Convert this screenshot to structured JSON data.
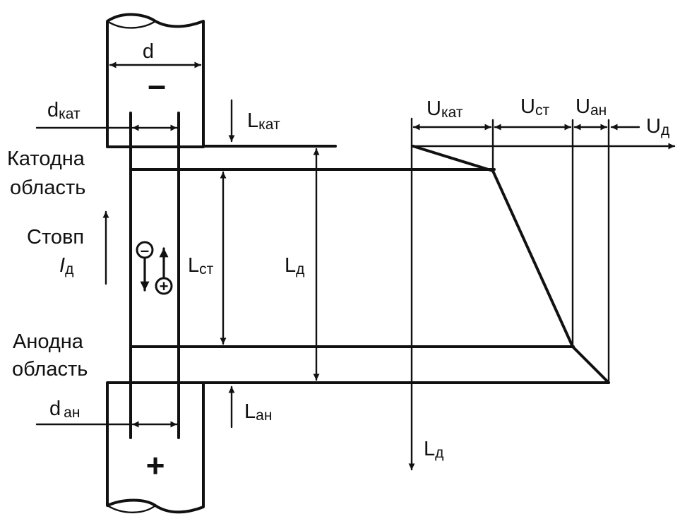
{
  "labels": {
    "d": "d",
    "d_kat_main": "d",
    "d_kat_sub": "кат",
    "l_kat_main": "L",
    "l_kat_sub": "кат",
    "cathode_region_line1": "Катодна",
    "cathode_region_line2": "область",
    "column_line1": "Стовп",
    "column_i_main": "I",
    "column_i_sub": "д",
    "l_st_main": "L",
    "l_st_sub": "ст",
    "l_d_main": "L",
    "l_d_sub": "д",
    "anode_region_line1": "Анодна",
    "anode_region_line2": "область",
    "d_an_main": "d",
    "d_an_sub": "ан",
    "l_an_main": "L",
    "l_an_sub": "ан",
    "u_kat_main": "U",
    "u_kat_sub": "кат",
    "u_st_main": "U",
    "u_st_sub": "ст",
    "u_an_main": "U",
    "u_an_sub": "ан",
    "u_d_main": "U",
    "u_d_sub": "д",
    "axis_l_main": "L",
    "axis_l_sub": "д",
    "cathode_sign": "–",
    "anode_sign": "+",
    "electron_sign": "–",
    "ion_sign": "+"
  }
}
